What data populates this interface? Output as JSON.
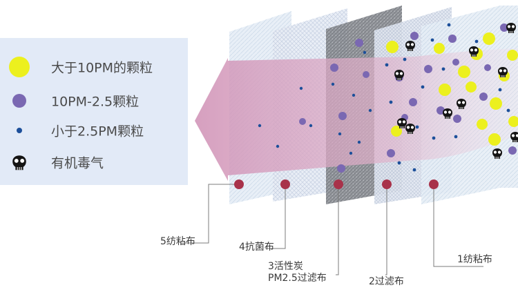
{
  "legend": {
    "items": [
      {
        "marker": "large-yellow-dot",
        "color": "#ecf01e",
        "label": "大于10PM的颗粒"
      },
      {
        "marker": "medium-purple-dot",
        "color": "#7a68b2",
        "label": "10PM-2.5颗粒"
      },
      {
        "marker": "small-blue-dot",
        "color": "#1c4f9a",
        "label": "小于2.5PM颗粒"
      },
      {
        "marker": "skull-icon",
        "color": "#141414",
        "label": "有机毒气"
      }
    ]
  },
  "layers": [
    {
      "id": "layer-5",
      "label": "5纺粘布"
    },
    {
      "id": "layer-4",
      "label": "4抗菌布"
    },
    {
      "id": "layer-3",
      "label_line1": "3活性炭",
      "label_line2": "PM2.5过滤布"
    },
    {
      "id": "layer-2",
      "label": "2过滤布"
    },
    {
      "id": "layer-1",
      "label": "1纺粘布"
    }
  ],
  "colors": {
    "arrow": "#d9a6c2",
    "marker_dot": "#a8324a",
    "leader_line": "#7b7b7b",
    "legend_bg": "#e0e9f6"
  }
}
